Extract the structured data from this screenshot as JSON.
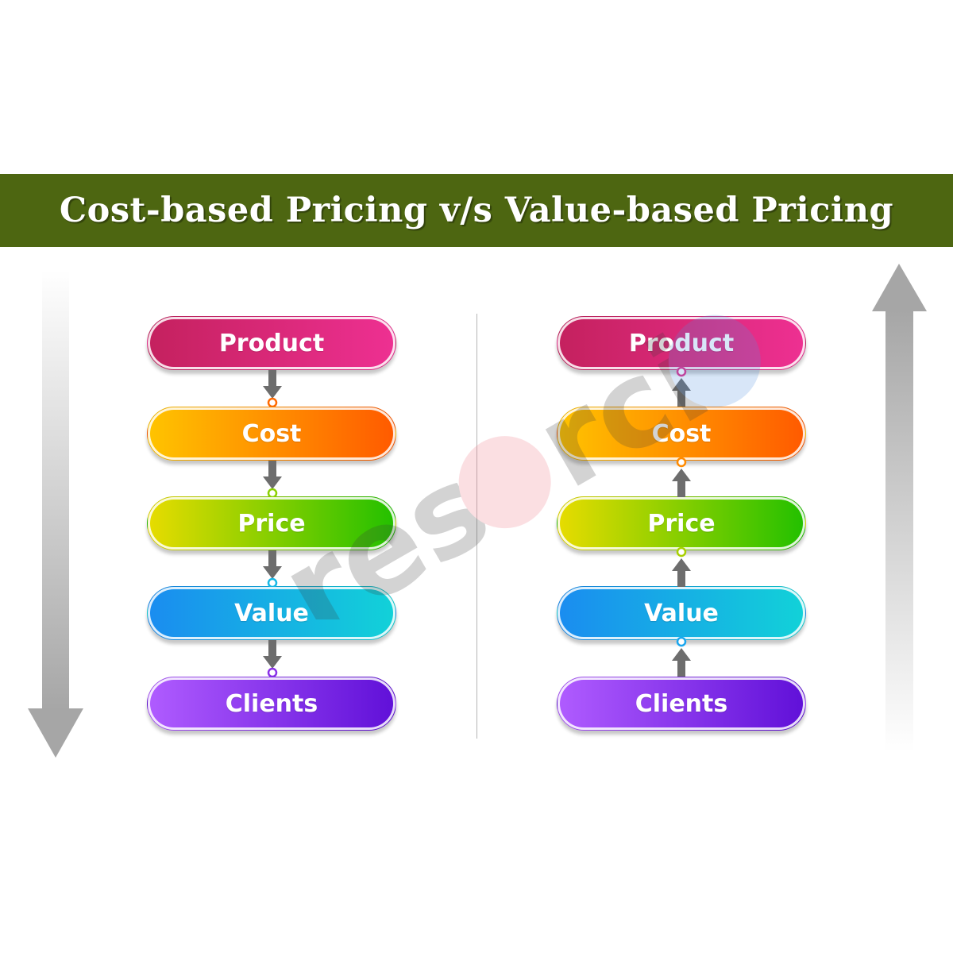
{
  "title": "Cost-based Pricing v/s Value-based Pricing",
  "left_column": {
    "direction": "down",
    "steps": [
      "Product",
      "Cost",
      "Price",
      "Value",
      "Clients"
    ]
  },
  "right_column": {
    "direction": "up",
    "steps": [
      "Product",
      "Cost",
      "Price",
      "Value",
      "Clients"
    ]
  },
  "watermark": {
    "text": "resorcio"
  },
  "colors": {
    "banner": "#4d6611",
    "product": [
      "#c4215e",
      "#ee3092"
    ],
    "cost": [
      "#ffc400",
      "#ff5a00"
    ],
    "price": [
      "#e8dc00",
      "#22c000"
    ],
    "value": [
      "#1a8cf0",
      "#12d2d8"
    ],
    "clients": [
      "#b05cff",
      "#6010d8"
    ],
    "arrow": "#6d6d6d"
  }
}
